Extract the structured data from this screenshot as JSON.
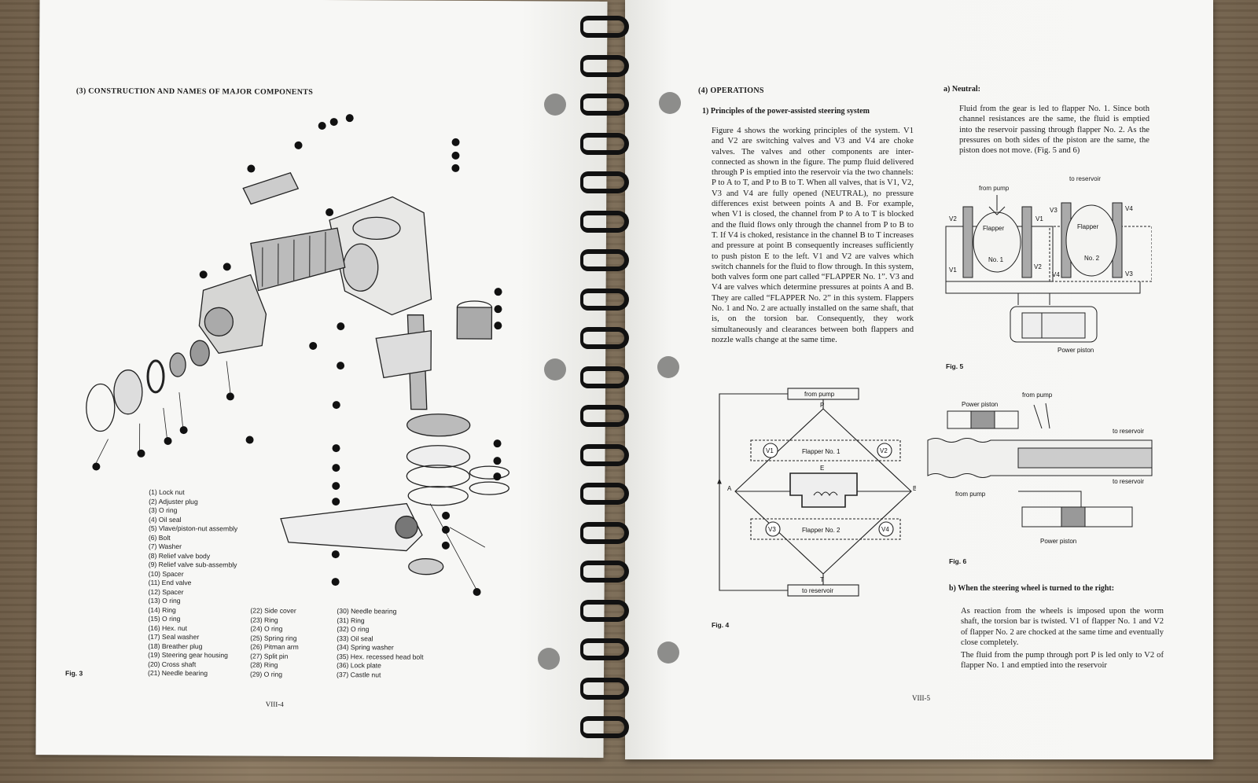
{
  "left_page": {
    "section_title": "(3)  CONSTRUCTION AND NAMES OF MAJOR COMPONENTS",
    "figure_label": "Fig. 3",
    "page_number": "VIII-4",
    "parts": [
      "(1)  Lock nut",
      "(2)  Adjuster plug",
      "(3)  O ring",
      "(4)  Oil seal",
      "(5)  Vlave/piston-nut assembly",
      "(6)  Bolt",
      "(7)  Washer",
      "(8)  Relief valve body",
      "(9)  Relief valve sub-assembly",
      "(10)  Spacer",
      "(11)  End valve",
      "(12)  Spacer",
      "(13)  O ring",
      "(14)  Ring",
      "(15)  O ring",
      "(16)  Hex. nut",
      "(17)  Seal washer",
      "(18)  Breather plug",
      "(19)  Steering gear housing",
      "(20)  Cross shaft",
      "(21)  Needle bearing",
      "(22)  Side cover",
      "(23)  Ring",
      "(24)  O ring",
      "(25)  Spring ring",
      "(26)  Pitman arm",
      "(27)  Split pin",
      "(28)  Ring",
      "(29)  O ring",
      "(30)  Needle bearing",
      "(31)  Ring",
      "(32)  O ring",
      "(33)  Oil seal",
      "(34)  Spring washer",
      "(35)  Hex. recessed head bolt",
      "(36)  Lock plate",
      "(37)  Castle nut"
    ]
  },
  "right_page": {
    "section_title": "(4)  OPERATIONS",
    "subsection_title": "1)  Principles of the power-assisted steering system",
    "principles_text": "Figure 4 shows the working principles of the system. V1 and V2 are switching valves and V3 and V4 are choke valves. The valves and other components are inter-connected as shown in the figure. The pump fluid delivered through P is emptied into the reservoir via the two channels: P to A to T, and P to B to T. When all valves, that is V1, V2, V3 and V4 are fully opened (NEUTRAL), no pressure differences exist between points A and B. For example, when V1 is closed, the channel from P to A to T is blocked and the fluid flows only through the channel from P to B to T. If V4 is choked, resistance in the channel B to T increases and pressure at point B consequently increases sufficiently to push piston E to the left. V1 and V2 are valves which switch channels for the fluid to flow through. In this system, both valves form one part called “FLAPPER No. 1”. V3 and V4 are valves which determine pressures at points A and B. They are called “FLAPPER No. 2” in this system. Flappers No. 1 and No. 2 are actually installed on the same shaft, that is, on the torsion bar. Consequently, they work simultaneously and clearances between both flappers and nozzle walls change at the same time.",
    "neutral_title": "a)  Neutral:",
    "neutral_text": "Fluid from the gear is led to flapper No. 1. Since both channel resistances are the same, the fluid is emptied into the reservoir passing through flapper No. 2. As the pressures on both sides of the piston are the same, the piston does not move. (Fig. 5 and 6)",
    "right_turn_title": "b)  When the steering wheel is turned to the right:",
    "right_turn_text_1": "As reaction from the wheels is imposed upon the worm shaft, the torsion bar is twisted. V1 of flapper No. 1 and V2 of flapper No. 2 are chocked at the same time and eventually close completely.",
    "right_turn_text_2": "The fluid from the pump through port P is led only to V2 of flapper No. 1 and emptied into the reservoir",
    "page_number": "VIII-5",
    "fig4": {
      "label": "Fig. 4",
      "from_pump": "from pump",
      "to_reservoir": "to reservoir",
      "P": "P",
      "T": "T",
      "A": "A",
      "B": "B",
      "E": "E",
      "V1": "V1",
      "V2": "V2",
      "V3": "V3",
      "V4": "V4",
      "flapper1": "Flapper No. 1",
      "flapper2": "Flapper No. 2"
    },
    "fig5": {
      "label": "Fig. 5",
      "from_pump": "from pump",
      "to_reservoir": "to reservoir",
      "power_piston": "Power piston",
      "flapper": "Flapper",
      "no1": "No. 1",
      "no2": "No. 2",
      "V1": "V1",
      "V2": "V2",
      "V3": "V3",
      "V4": "V4"
    },
    "fig6": {
      "label": "Fig. 6",
      "power_piston_top": "Power piston",
      "power_piston_bottom": "Power piston",
      "from_pump_top": "from pump",
      "from_pump_left": "from pump",
      "to_reservoir_1": "to reservoir",
      "to_reservoir_2": "to reservoir"
    }
  }
}
